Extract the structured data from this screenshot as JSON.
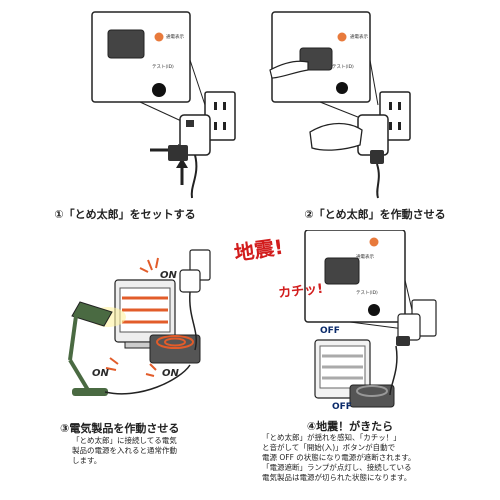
{
  "panels": [
    {
      "caption": "①「とめ太郎」をセットする",
      "labels": {
        "indicator": "通電表示",
        "test": "テスト(ID)"
      }
    },
    {
      "caption": "②「とめ太郎」を作動させる",
      "labels": {
        "indicator": "通電表示",
        "test": "テスト(ID)"
      }
    },
    {
      "caption": "③電気製品を作動させる",
      "tags": {
        "on1": "ON",
        "on2": "ON",
        "on3": "ON"
      },
      "note": [
        "「とめ太郎」に接続してる電気",
        "製品の電源を入れると通常作動",
        "します。"
      ]
    },
    {
      "caption": "④地震！がきたら",
      "quake": "地震!",
      "click": "カチッ!",
      "labels": {
        "indicator": "通電表示",
        "test": "テスト(ID)"
      },
      "tags": {
        "off1": "OFF",
        "off2": "OFF"
      },
      "note": [
        "「とめ太郎」が揺れを感知、「カチッ！」",
        "と音がして「開始(入)」ボタンが自動で",
        "電源 OFF の状態になり電源が遮断されます。",
        "「電源遮断」ランプが点灯し、接続している",
        "電気製品は電源が切られた状態になります。"
      ]
    }
  ],
  "colors": {
    "accent": "#e25c2a",
    "quake_red": "#d21d1d",
    "off_blue": "#0a2a6a",
    "lamp": "#e87a3c"
  }
}
